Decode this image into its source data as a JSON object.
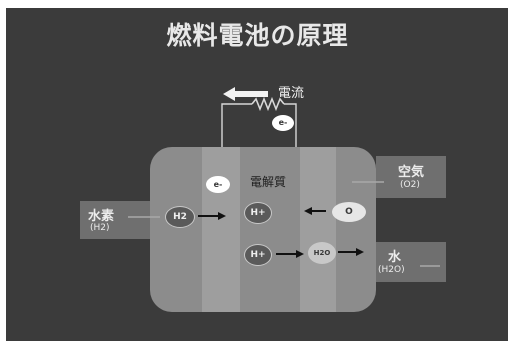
{
  "diagram": {
    "title": "燃料電池の原理",
    "current_label": "電流",
    "electrolyte_label": "電解質",
    "electron": "e-",
    "hydrogen": {
      "name": "水素",
      "formula": "(H2)"
    },
    "air": {
      "name": "空気",
      "formula": "(O2)"
    },
    "water": {
      "name": "水",
      "formula": "(H2O)"
    },
    "h2_molecule": "H2",
    "h_ion": "H+",
    "h_ion_lower": "H+",
    "o_atom": "O",
    "water_molecule": "H2O"
  },
  "colors": {
    "background": "#3b3b3b",
    "cell": "#8c8c8c",
    "side_box": "#6f6f6f",
    "text": "#e8e8e8"
  }
}
